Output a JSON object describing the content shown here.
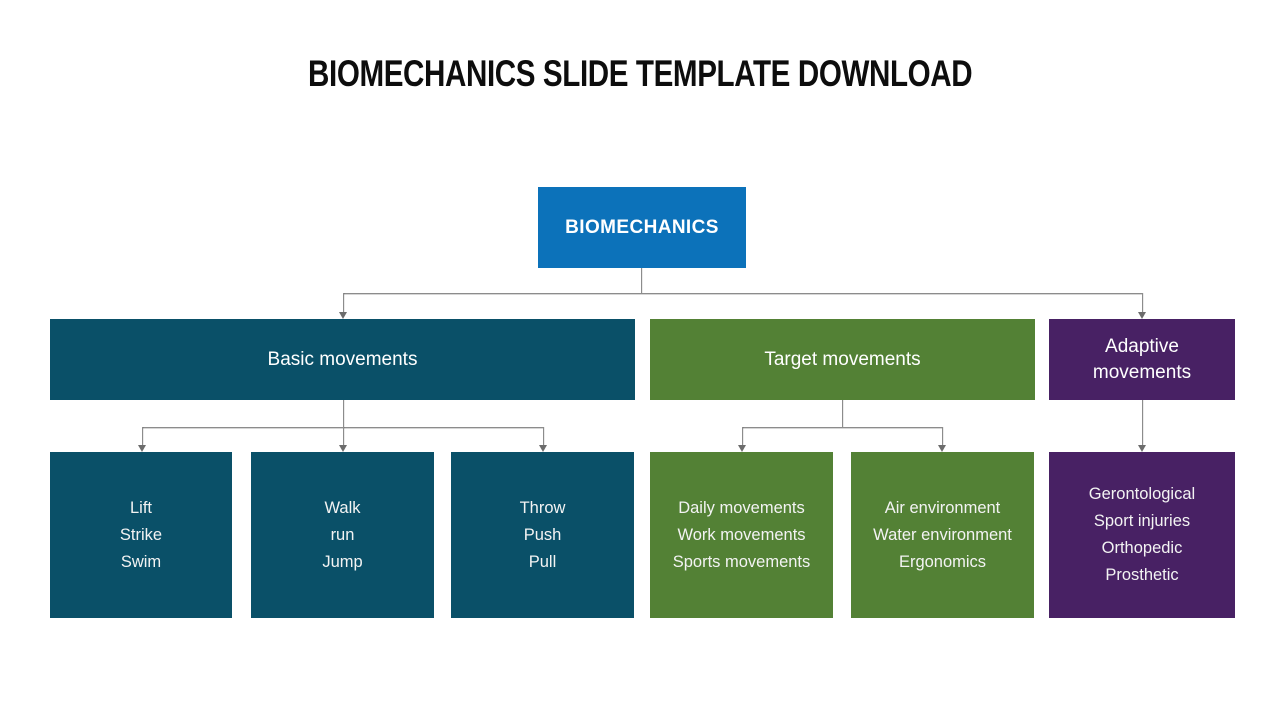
{
  "slide": {
    "title": "BIOMECHANICS SLIDE TEMPLATE DOWNLOAD"
  },
  "colors": {
    "root_blue": "#0c72ba",
    "teal": "#0a5068",
    "green": "#538135",
    "purple": "#482164",
    "connector_line": "#8c8c8c",
    "arrowhead": "#6c6c6c",
    "box_text": "#ffffff",
    "title_text": "#0d0d0d",
    "background": "#ffffff"
  },
  "diagram": {
    "type": "hierarchy-org-chart",
    "root": {
      "label": "BIOMECHANICS"
    },
    "level2": [
      {
        "id": "basic-movements",
        "label": "Basic movements"
      },
      {
        "id": "target-movements",
        "label": "Target movements"
      },
      {
        "id": "adaptive-movements",
        "label": "Adaptive movements"
      }
    ],
    "level3": [
      {
        "parent": "basic-movements",
        "lines": [
          "Lift",
          "Strike",
          "Swim"
        ]
      },
      {
        "parent": "basic-movements",
        "lines": [
          "Walk",
          "run",
          "Jump"
        ]
      },
      {
        "parent": "basic-movements",
        "lines": [
          "Throw",
          "Push",
          "Pull"
        ]
      },
      {
        "parent": "target-movements",
        "lines": [
          "Daily movements",
          "Work movements",
          "Sports movements"
        ]
      },
      {
        "parent": "target-movements",
        "lines": [
          "Air environment",
          "Water environment",
          "Ergonomics"
        ]
      },
      {
        "parent": "adaptive-movements",
        "lines": [
          "Gerontological",
          "Sport injuries",
          "Orthopedic",
          "Prosthetic"
        ]
      }
    ]
  }
}
